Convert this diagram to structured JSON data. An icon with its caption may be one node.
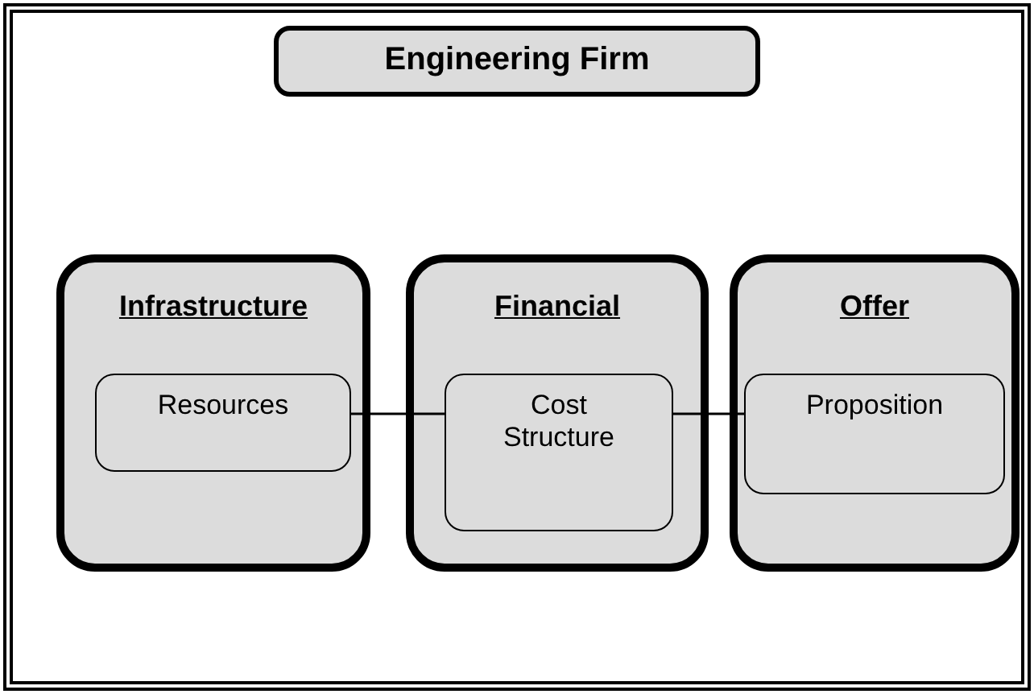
{
  "diagram": {
    "nodes": [
      {
        "text": [
          "Engineering Firm"
        ]
      },
      {
        "text": [
          "Infrastructure"
        ]
      },
      {
        "text": [
          "Resources"
        ],
        "in": 1
      },
      {
        "text": [
          "Financial"
        ]
      },
      {
        "text": [
          "Cost Structure"
        ],
        "in": 3
      },
      {
        "text": [
          "Offer"
        ]
      },
      {
        "text": [
          "Proposition"
        ],
        "in": 5
      }
    ],
    "edges": [
      {
        "from": 2,
        "to": 4,
        "arrow": "none"
      },
      {
        "from": 4,
        "to": 6,
        "arrow": "none"
      }
    ]
  }
}
